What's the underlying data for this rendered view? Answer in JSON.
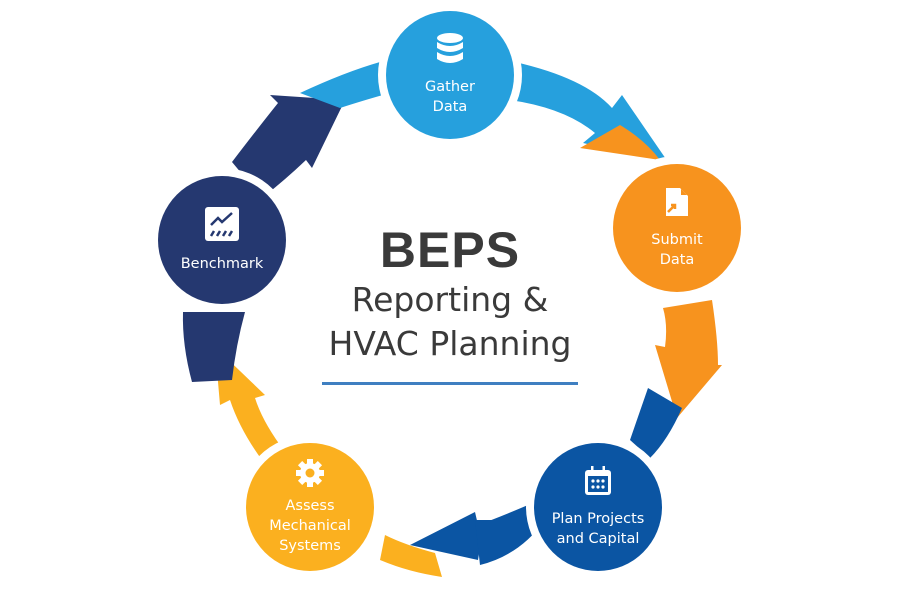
{
  "title": "BEPS",
  "subtitle_line1": "Reporting &",
  "subtitle_line2": "HVAC Planning",
  "colors": {
    "light_blue": "#26a0dd",
    "orange": "#f7931e",
    "blue": "#0b55a3",
    "yellow": "#fbb01f",
    "navy": "#253870",
    "underline": "#3f7fc1",
    "text": "#3a3a3a"
  },
  "steps": [
    {
      "label": "Gather\nData",
      "icon": "database-icon",
      "color": "#26a0dd"
    },
    {
      "label": "Submit\nData",
      "icon": "file-submit-icon",
      "color": "#f7931e"
    },
    {
      "label": "Plan Projects\nand Capital",
      "icon": "calendar-icon",
      "color": "#0b55a3"
    },
    {
      "label": "Assess\nMechanical\nSystems",
      "icon": "gear-icon",
      "color": "#fbb01f"
    },
    {
      "label": "Benchmark",
      "icon": "chart-trend-icon",
      "color": "#253870"
    }
  ]
}
